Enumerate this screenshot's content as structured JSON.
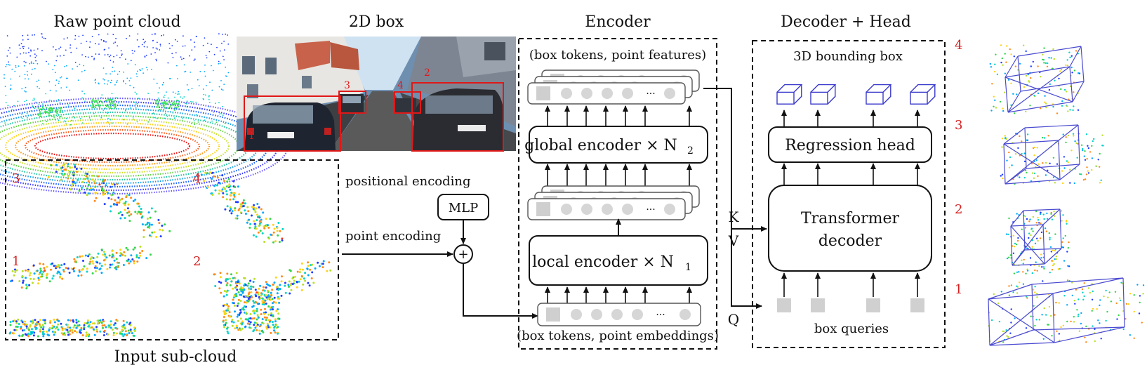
{
  "panels": {
    "raw_point_cloud": "Raw point cloud",
    "box_2d": "2D box",
    "encoder": "Encoder",
    "decoder_head": "Decoder + Head",
    "input_subcloud": "Input sub-cloud"
  },
  "subcloud_labels": [
    "3",
    "4",
    "1",
    "2"
  ],
  "box_labels_2d": [
    "1",
    "2",
    "3",
    "4"
  ],
  "labels": {
    "positional_encoding": "positional encoding",
    "point_encoding": "point encoding",
    "mlp": "MLP",
    "plus": "+",
    "box_tokens_point_features": "(box tokens, point features)",
    "global_encoder": "global encoder × N",
    "global_encoder_sub": "2",
    "local_encoder": "local encoder × N",
    "local_encoder_sub": "1",
    "box_tokens_point_embeddings": "(box tokens, point embeddings)",
    "ellipsis": "···",
    "k": "K",
    "v": "V",
    "q": "Q",
    "bbox_3d": "3D bounding box",
    "regression_head": "Regression head",
    "transformer_line1": "Transformer",
    "transformer_line2": "decoder",
    "box_queries": "box queries"
  },
  "output_labels": [
    "4",
    "3",
    "2",
    "1"
  ],
  "colors": {
    "red_label": "#d42020",
    "box_red": "#e01818",
    "cube_blue": "#3a3acc",
    "token_gray": "#cfcfcf",
    "query_gray": "#d0d0d0"
  }
}
